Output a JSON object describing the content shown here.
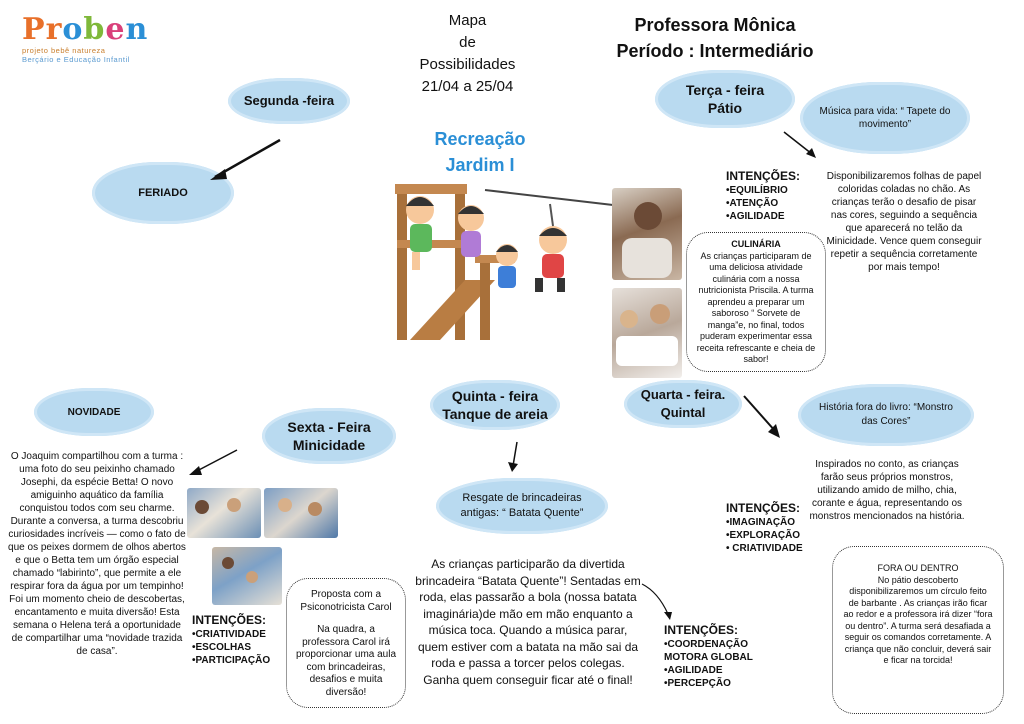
{
  "logo": {
    "letters": [
      "P",
      "r",
      "o",
      "b",
      "e",
      "n"
    ],
    "letter_colors": [
      "#e8702a",
      "#e8702a",
      "#2b8fd6",
      "#7fb83a",
      "#d9407a",
      "#2b8fd6"
    ],
    "line1": "projeto bebê natureza",
    "line2": "Berçário e Educação Infantil"
  },
  "header": {
    "title_lines": [
      "Mapa",
      "de",
      "Possibilidades",
      "21/04 a 25/04"
    ],
    "teacher": "Professora Mônica",
    "period": "Período : Intermediário"
  },
  "center": {
    "line1": "Recreação",
    "line2": "Jardim I"
  },
  "monday": {
    "day": "Segunda -feira",
    "note": "FERIADO"
  },
  "tuesday": {
    "day_line1": "Terça - feira",
    "day_line2": "Pátio",
    "activity_title": "Música para vida: “ Tapete do movimento”",
    "description": "Disponibilizaremos folhas de papel coloridas coladas no chão. As crianças terão o desafio de pisar nas cores, seguindo a sequência que aparecerá no telão da Minicidade. Vence quem conseguir repetir a sequência corretamente por mais tempo!",
    "intentions_title": "INTENÇÕES:",
    "intentions": [
      "•EQUILÍBRIO",
      "•ATENÇÃO",
      "•AGILIDADE"
    ],
    "culinaria_title": "CULINÁRIA",
    "culinaria_text": "As crianças participaram de uma deliciosa atividade culinária com a nossa nutricionista Priscila. A turma aprendeu a preparar um saboroso “ Sorvete de manga”e, no final, todos puderam experimentar essa receita refrescante e cheia de sabor!"
  },
  "wednesday": {
    "day_line1": "Quarta - feira.",
    "day_line2": "Quintal",
    "activity_title": "História fora do livro: “Monstro das Cores”",
    "description": "Inspirados no conto, as crianças farão seus próprios monstros, utilizando amido de milho, chia, corante e água, representando os monstros mencionados na história.",
    "intentions_title": "INTENÇÕES:",
    "intentions": [
      "•IMAGINAÇÃO",
      "•EXPLORAÇÃO",
      "• CRIATIVIDADE"
    ],
    "extra_title": "FORA OU DENTRO",
    "extra_text": "No pátio descoberto disponibilizaremos um círculo feito de barbante . As crianças irão ficar ao redor e a professora irá dizer “fora ou dentro”. A turma será desafiada a seguir os comandos corretamente. A criança que não concluir, deverá sair e ficar na torcida!"
  },
  "thursday": {
    "day_line1": "Quinta - feira",
    "day_line2": "Tanque de areia",
    "activity_title": "Resgate de brincadeiras antigas: “ Batata Quente”",
    "description": "As crianças participarão da divertida brincadeira “Batata Quente”! Sentadas em roda, elas passarão a bola (nossa batata imaginária)de mão em mão enquanto a música toca. Quando a música parar, quem estiver com a batata na mão sai da roda e passa a torcer pelos colegas. Ganha quem conseguir ficar até o final!",
    "intentions_title": "INTENÇÕES:",
    "intentions": [
      "•COORDENAÇÃO MOTORA GLOBAL",
      "•AGILIDADE",
      "•PERCEPÇÃO"
    ]
  },
  "friday": {
    "day_line1": "Sexta - Feira",
    "day_line2": "Minicidade",
    "novidade_title": "NOVIDADE",
    "novidade_text": "O Joaquim compartilhou com a turma : uma foto do seu peixinho chamado Josephi, da espécie Betta! O novo amiguinho aquático da família conquistou todos com seu charme. Durante a conversa, a turma descobriu curiosidades incríveis — como o fato de que os peixes dormem de olhos abertos e que o Betta tem um órgão especial chamado “labirinto”, que permite a ele respirar fora da água por um tempinho! Foi um momento cheio de descobertas, encantamento e muita diversão! Esta semana o Helena terá a oportunidade de compartilhar uma “novidade trazida de casa”.",
    "intentions_title": "INTENÇÕES:",
    "intentions": [
      "•CRIATIVIDADE",
      "•ESCOLHAS",
      "•PARTICIPAÇÃO"
    ],
    "proposal_title": "Proposta com a Psiconotricista Carol",
    "proposal_text": "Na quadra, a professora Carol irá proporcionar uma aula com brincadeiras, desafios e muita diversão!"
  },
  "colors": {
    "cloud": "#b9daf0",
    "center_title": "#2b8fd6"
  }
}
